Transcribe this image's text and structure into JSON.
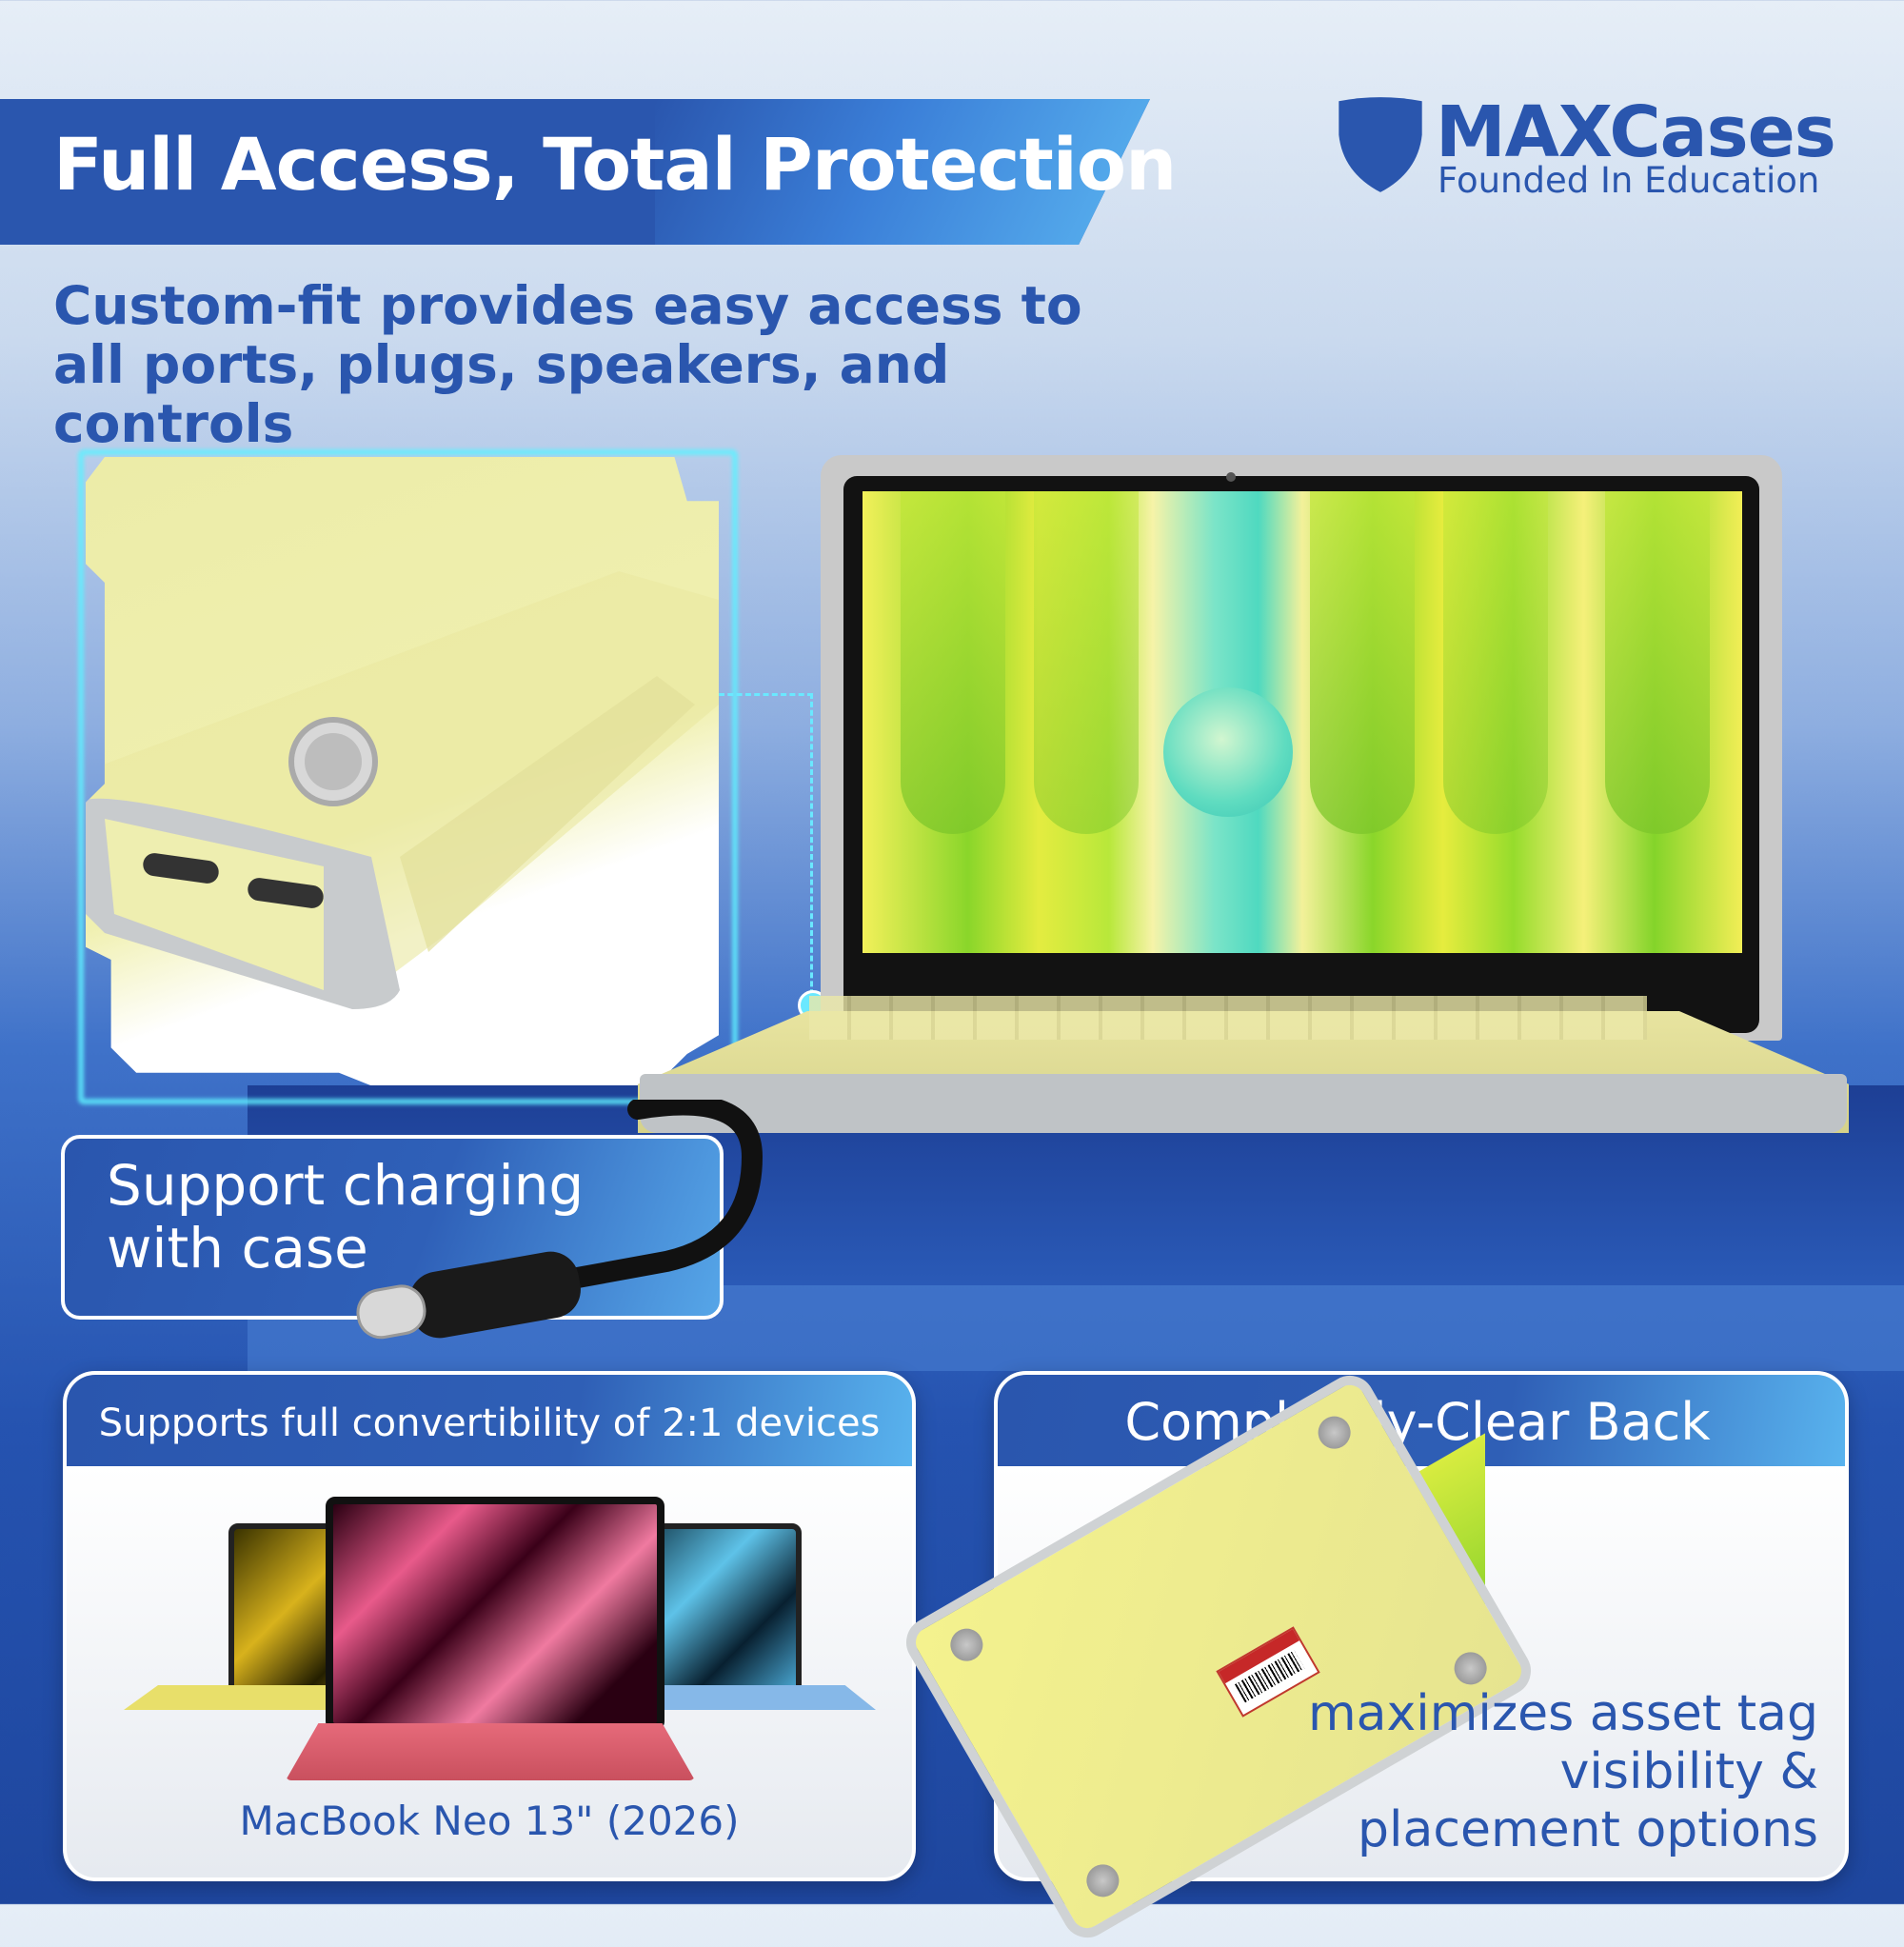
{
  "header": {
    "title": "Full Access, Total Protection",
    "subtitle": "Custom-fit provides easy access to all ports, plugs, speakers, and controls"
  },
  "brand": {
    "name": "MAXCases",
    "tagline": "Founded In Education",
    "color": "#2a56ae",
    "logo_icon": "shield-icon"
  },
  "callouts": {
    "charging": "Support charging with case"
  },
  "cards": {
    "convertibility": {
      "header": "Supports full convertibility of 2:1 devices",
      "model": "MacBook Neo 13\" (2026)"
    },
    "clear_back": {
      "header": "Completely-Clear Back",
      "caption": "maximizes asset tag visibility & placement options"
    }
  },
  "colors": {
    "primary_blue": "#2a56ae",
    "accent_cyan": "#5ff0ff",
    "case_yellow": "#f0f0b0",
    "bumper_gray": "#bfc3c6"
  },
  "icons": [
    "shield-icon",
    "usb-c-cable-icon"
  ]
}
